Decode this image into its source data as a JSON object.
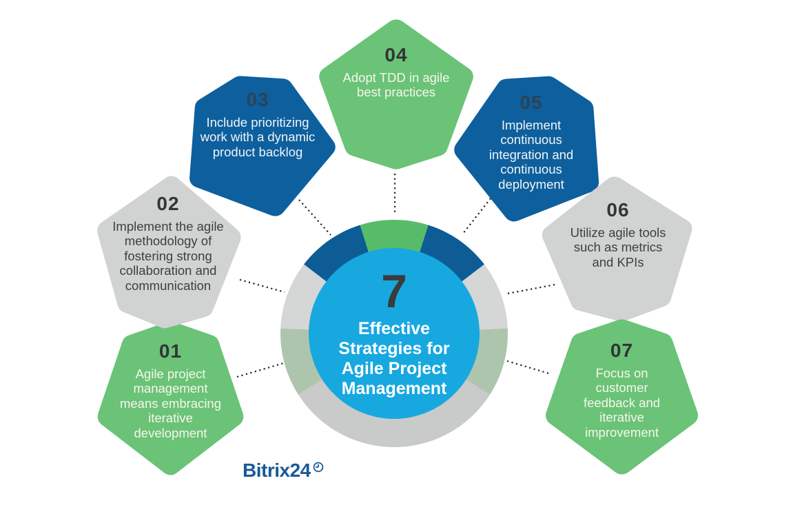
{
  "infographic": {
    "hub": {
      "count": "7",
      "title": "Effective\nStrategies for\nAgile Project\nManagement",
      "color": "#17A8E0"
    },
    "items": [
      {
        "num": "01",
        "text": "Agile project\nmanagement\nmeans embracing\niterative\ndevelopment",
        "color": "#6AC377",
        "tone": "green"
      },
      {
        "num": "02",
        "text": "Implement the agile\nmethodology of\nfostering strong\ncollaboration and\ncommunication",
        "color": "#D1D2D2",
        "tone": "gray"
      },
      {
        "num": "03",
        "text": "Include prioritizing\nwork with a dynamic\nproduct backlog",
        "color": "#0E5F9D",
        "tone": "blue"
      },
      {
        "num": "04",
        "text": "Adopt TDD in agile\nbest practices",
        "color": "#6AC377",
        "tone": "green"
      },
      {
        "num": "05",
        "text": "Implement\ncontinuous\nintegration and\ncontinuous\ndeployment",
        "color": "#0E5F9D",
        "tone": "blue"
      },
      {
        "num": "06",
        "text": "Utilize agile tools\nsuch as metrics\nand KPIs",
        "color": "#D1D2D2",
        "tone": "gray"
      },
      {
        "num": "07",
        "text": "Focus on\ncustomer\nfeedback and\niterative\nimprovement",
        "color": "#6AC377",
        "tone": "green"
      }
    ],
    "ring_colors": {
      "green": "#57BC69",
      "blue": "#0D5C96",
      "gray": "#D5D6D6",
      "sage": "#AEC5AD",
      "base": "#C9CACA"
    },
    "brand": {
      "name": "Bitrix24",
      "color": "#19599B"
    }
  }
}
